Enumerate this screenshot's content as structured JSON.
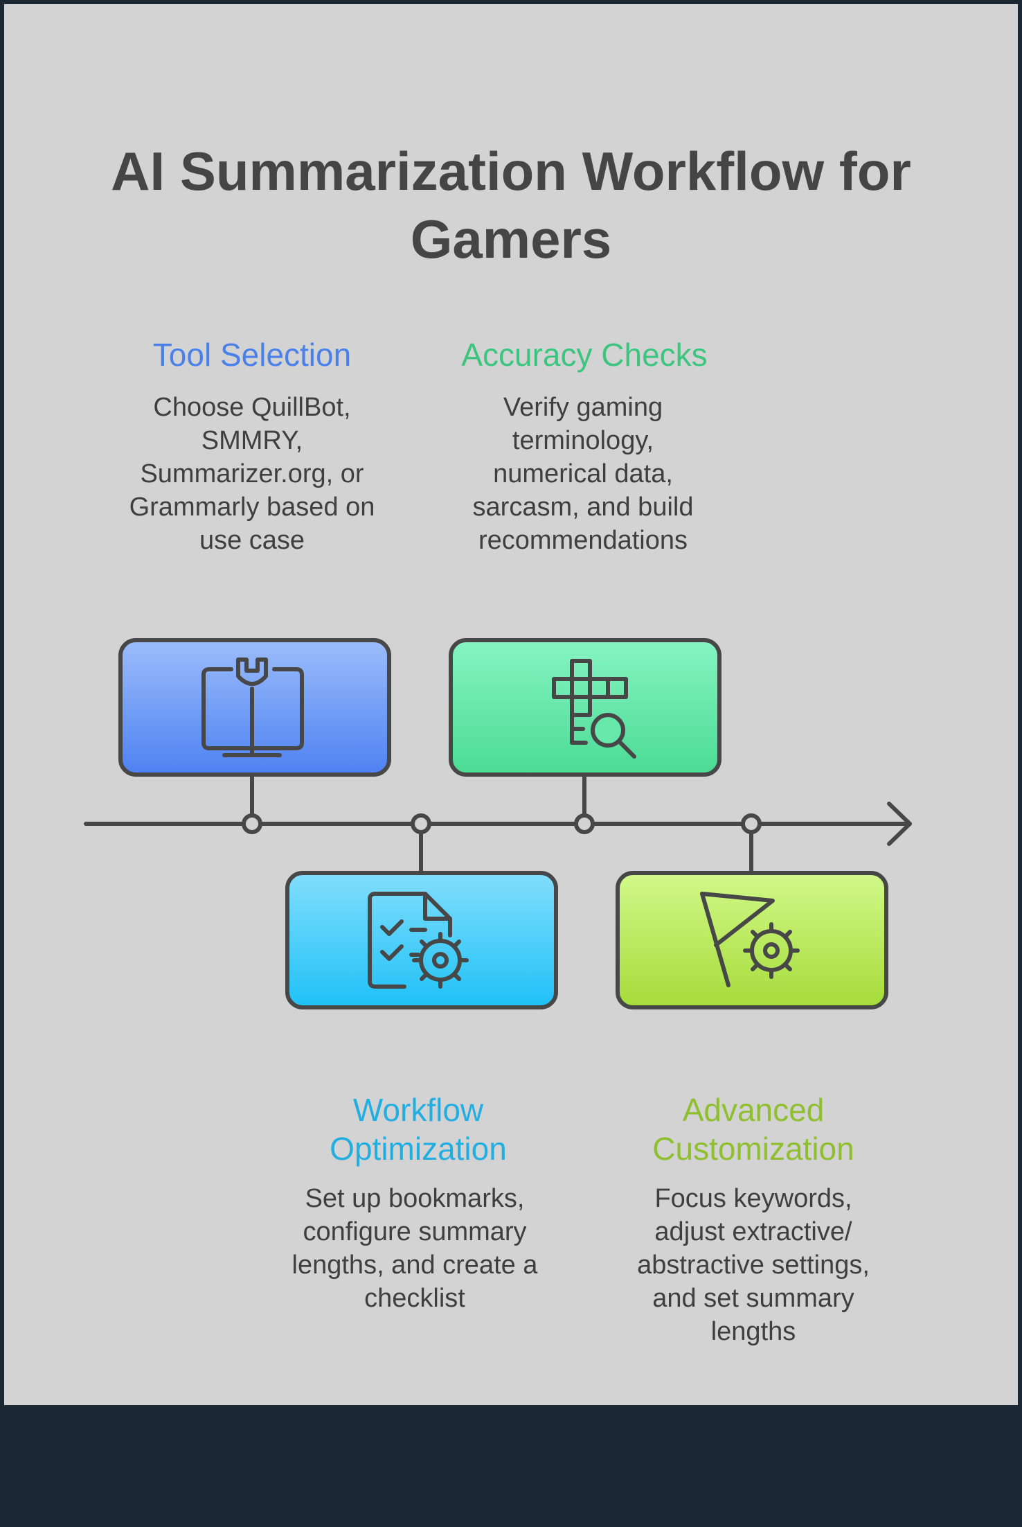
{
  "title": "AI Summarization Workflow for Gamers",
  "steps": [
    {
      "title": "Tool Selection",
      "description": "Choose QuillBot, SMMRY, Summarizer.org, or Grammarly based on use case",
      "color": "#4a80e8",
      "icon": "wrench-monitor-icon"
    },
    {
      "title": "Workflow Optimization",
      "description": "Set up bookmarks, configure summary lengths, and create a checklist",
      "color": "#22aee0",
      "icon": "checklist-gear-icon"
    },
    {
      "title": "Accuracy Checks",
      "description": "Verify gaming terminology, numerical data, sarcasm, and build recommendations",
      "color": "#3dc57f",
      "icon": "crossword-search-icon"
    },
    {
      "title": "Advanced Customization",
      "description": "Focus keywords, adjust extractive/ abstractive settings, and set summary lengths",
      "color": "#8fbf2f",
      "icon": "flag-gear-icon"
    }
  ]
}
